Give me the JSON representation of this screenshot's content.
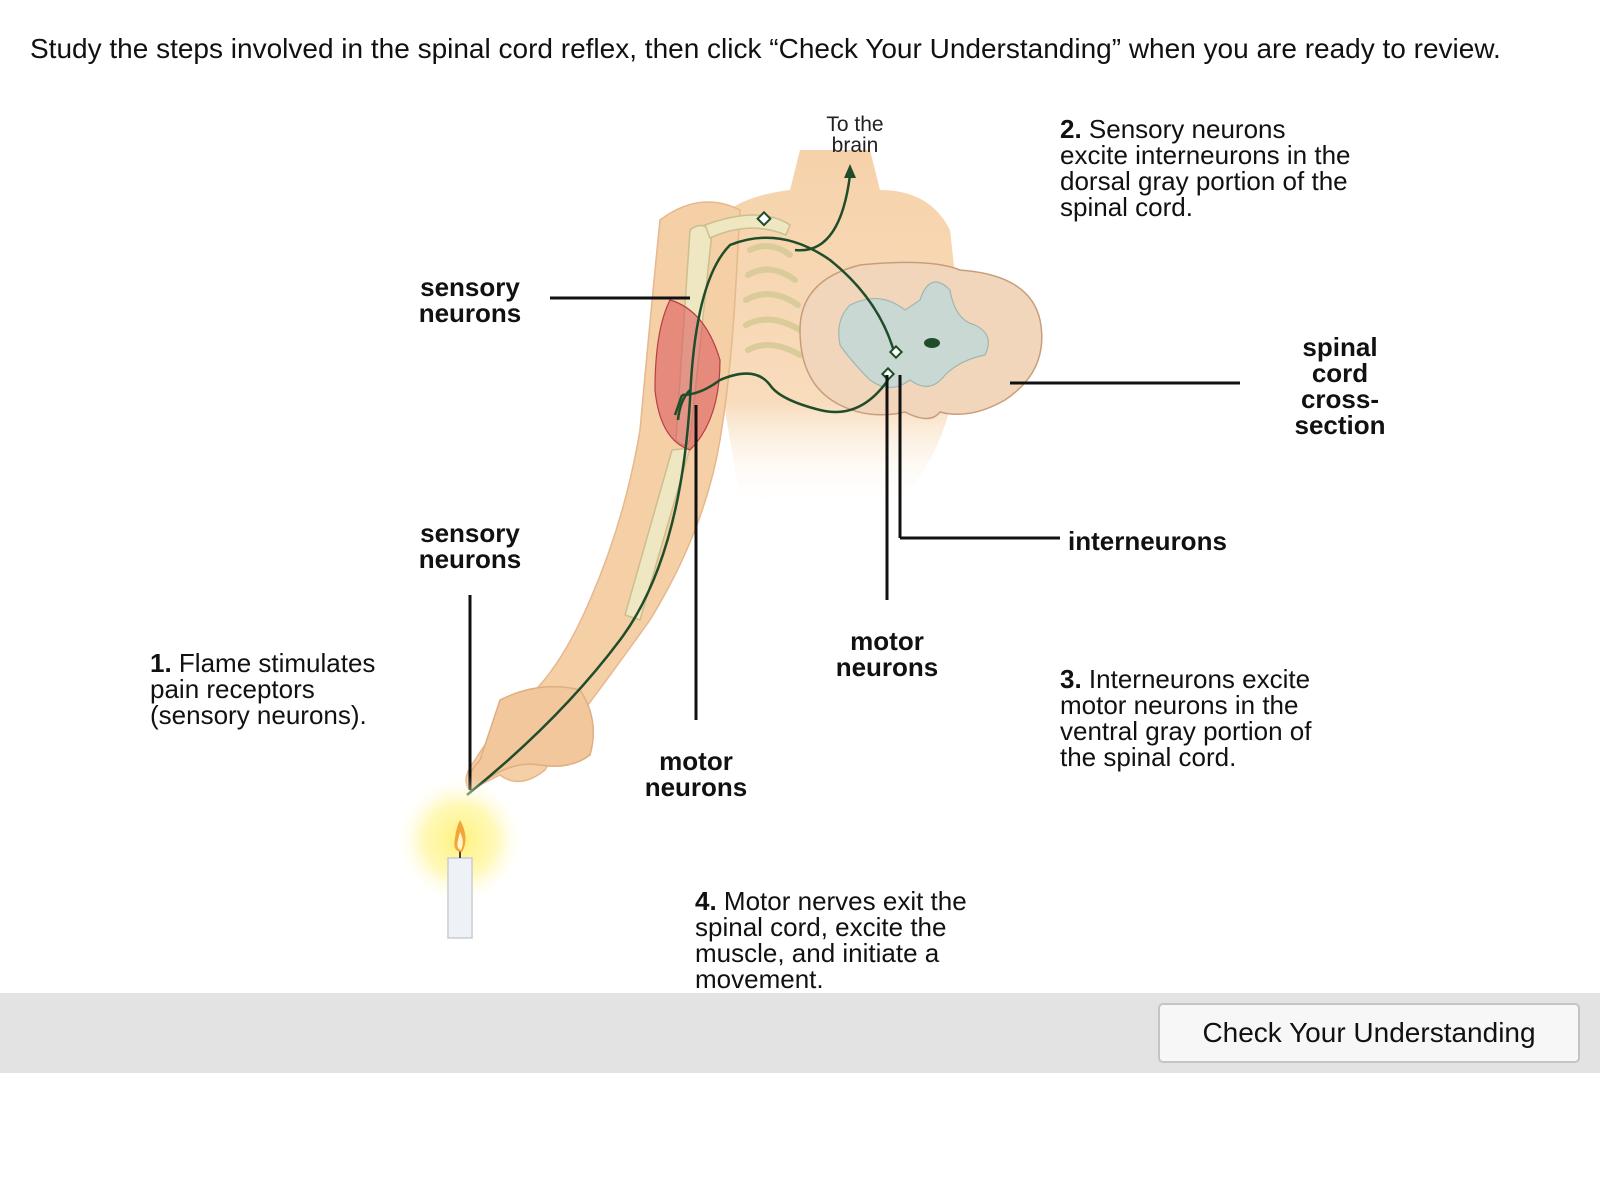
{
  "instructions": "Study the steps involved in the spinal cord reflex, then click “Check Your Understanding” when you are ready to review.",
  "diagram": {
    "to_brain": [
      "To the",
      "brain"
    ],
    "sensory_neurons_upper": [
      "sensory",
      "neurons"
    ],
    "sensory_neurons_lower": [
      "sensory",
      "neurons"
    ],
    "spinal_cord_cross_section": [
      "spinal",
      "cord",
      "cross-",
      "section"
    ],
    "interneurons": "interneurons",
    "motor_neurons_center": [
      "motor",
      "neurons"
    ],
    "motor_neurons_lower": [
      "motor",
      "neurons"
    ],
    "steps": [
      {
        "num": "1.",
        "lines": [
          "Flame stimulates",
          "pain receptors",
          "(sensory neurons)."
        ]
      },
      {
        "num": "2.",
        "lines": [
          "Sensory neurons",
          "excite interneurons in the",
          "dorsal gray portion of the",
          "spinal cord."
        ]
      },
      {
        "num": "3.",
        "lines": [
          "Interneurons excite",
          "motor neurons in the",
          "ventral gray portion of",
          "the spinal cord."
        ]
      },
      {
        "num": "4.",
        "lines": [
          "Motor nerves exit the",
          "spinal cord, excite the",
          "muscle, and initiate a",
          "movement."
        ]
      }
    ]
  },
  "footer": {
    "check_button": "Check Your Understanding"
  },
  "colors": {
    "nerve": "#1f4d2a",
    "skin": "#f6d3ad",
    "bone": "#f1e8c6",
    "muscle": "#d9525a",
    "gray_matter": "#c9d8d2",
    "flame_glow": "#fff27a"
  }
}
